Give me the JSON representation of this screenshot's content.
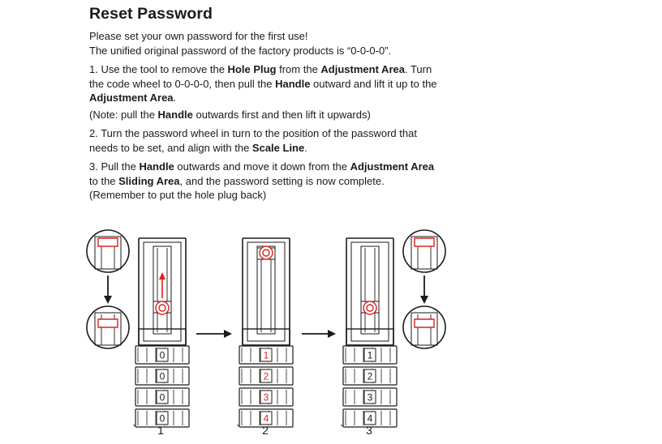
{
  "document": {
    "title": "Reset Password",
    "intro_1": "Please set your own password for the first use!",
    "intro_2": "The unified original password of the factory products is “0-0-0-0”.",
    "step1": {
      "t1": "1. Use the tool to remove the ",
      "b1": "Hole Plug",
      "t2": " from the ",
      "b2": "Adjustment Area",
      "t3": ". Turn",
      "t4": "the code wheel to 0-0-0-0, then pull the ",
      "b3": "Handle",
      "t5": " outward and lift it up to the",
      "b4": "Adjustment Area",
      "t6": "."
    },
    "note": {
      "t1": "(Note: pull the ",
      "b1": "Handle",
      "t2": " outwards first and then lift it upwards)"
    },
    "step2": {
      "t1": "2. Turn the password wheel in turn to the position of the password that",
      "t2": "needs to be set, and align with the ",
      "b1": "Scale Line",
      "t3": "."
    },
    "step3": {
      "t1": "3. Pull the ",
      "b1": "Handle",
      "t2": " outwards and move it down from the ",
      "b2": "Adjustment Area",
      "t3": "to the ",
      "b3": "Sliding Area",
      "t4": ", and the password setting is now complete.",
      "t5": "(Remember to put the hole plug back)"
    }
  },
  "figure": {
    "step_labels": [
      "1",
      "2",
      "3"
    ],
    "wheels_step1": [
      "0",
      "0",
      "0",
      "0"
    ],
    "wheels_step2": [
      "1",
      "2",
      "3",
      "4"
    ],
    "wheels_step3": [
      "1",
      "2",
      "3",
      "4"
    ],
    "highlight_color": "#e02020",
    "line_color": "#1a1a1a",
    "icons": [
      "arrow-right-icon",
      "arrow-down-icon",
      "arrow-up-icon"
    ]
  }
}
